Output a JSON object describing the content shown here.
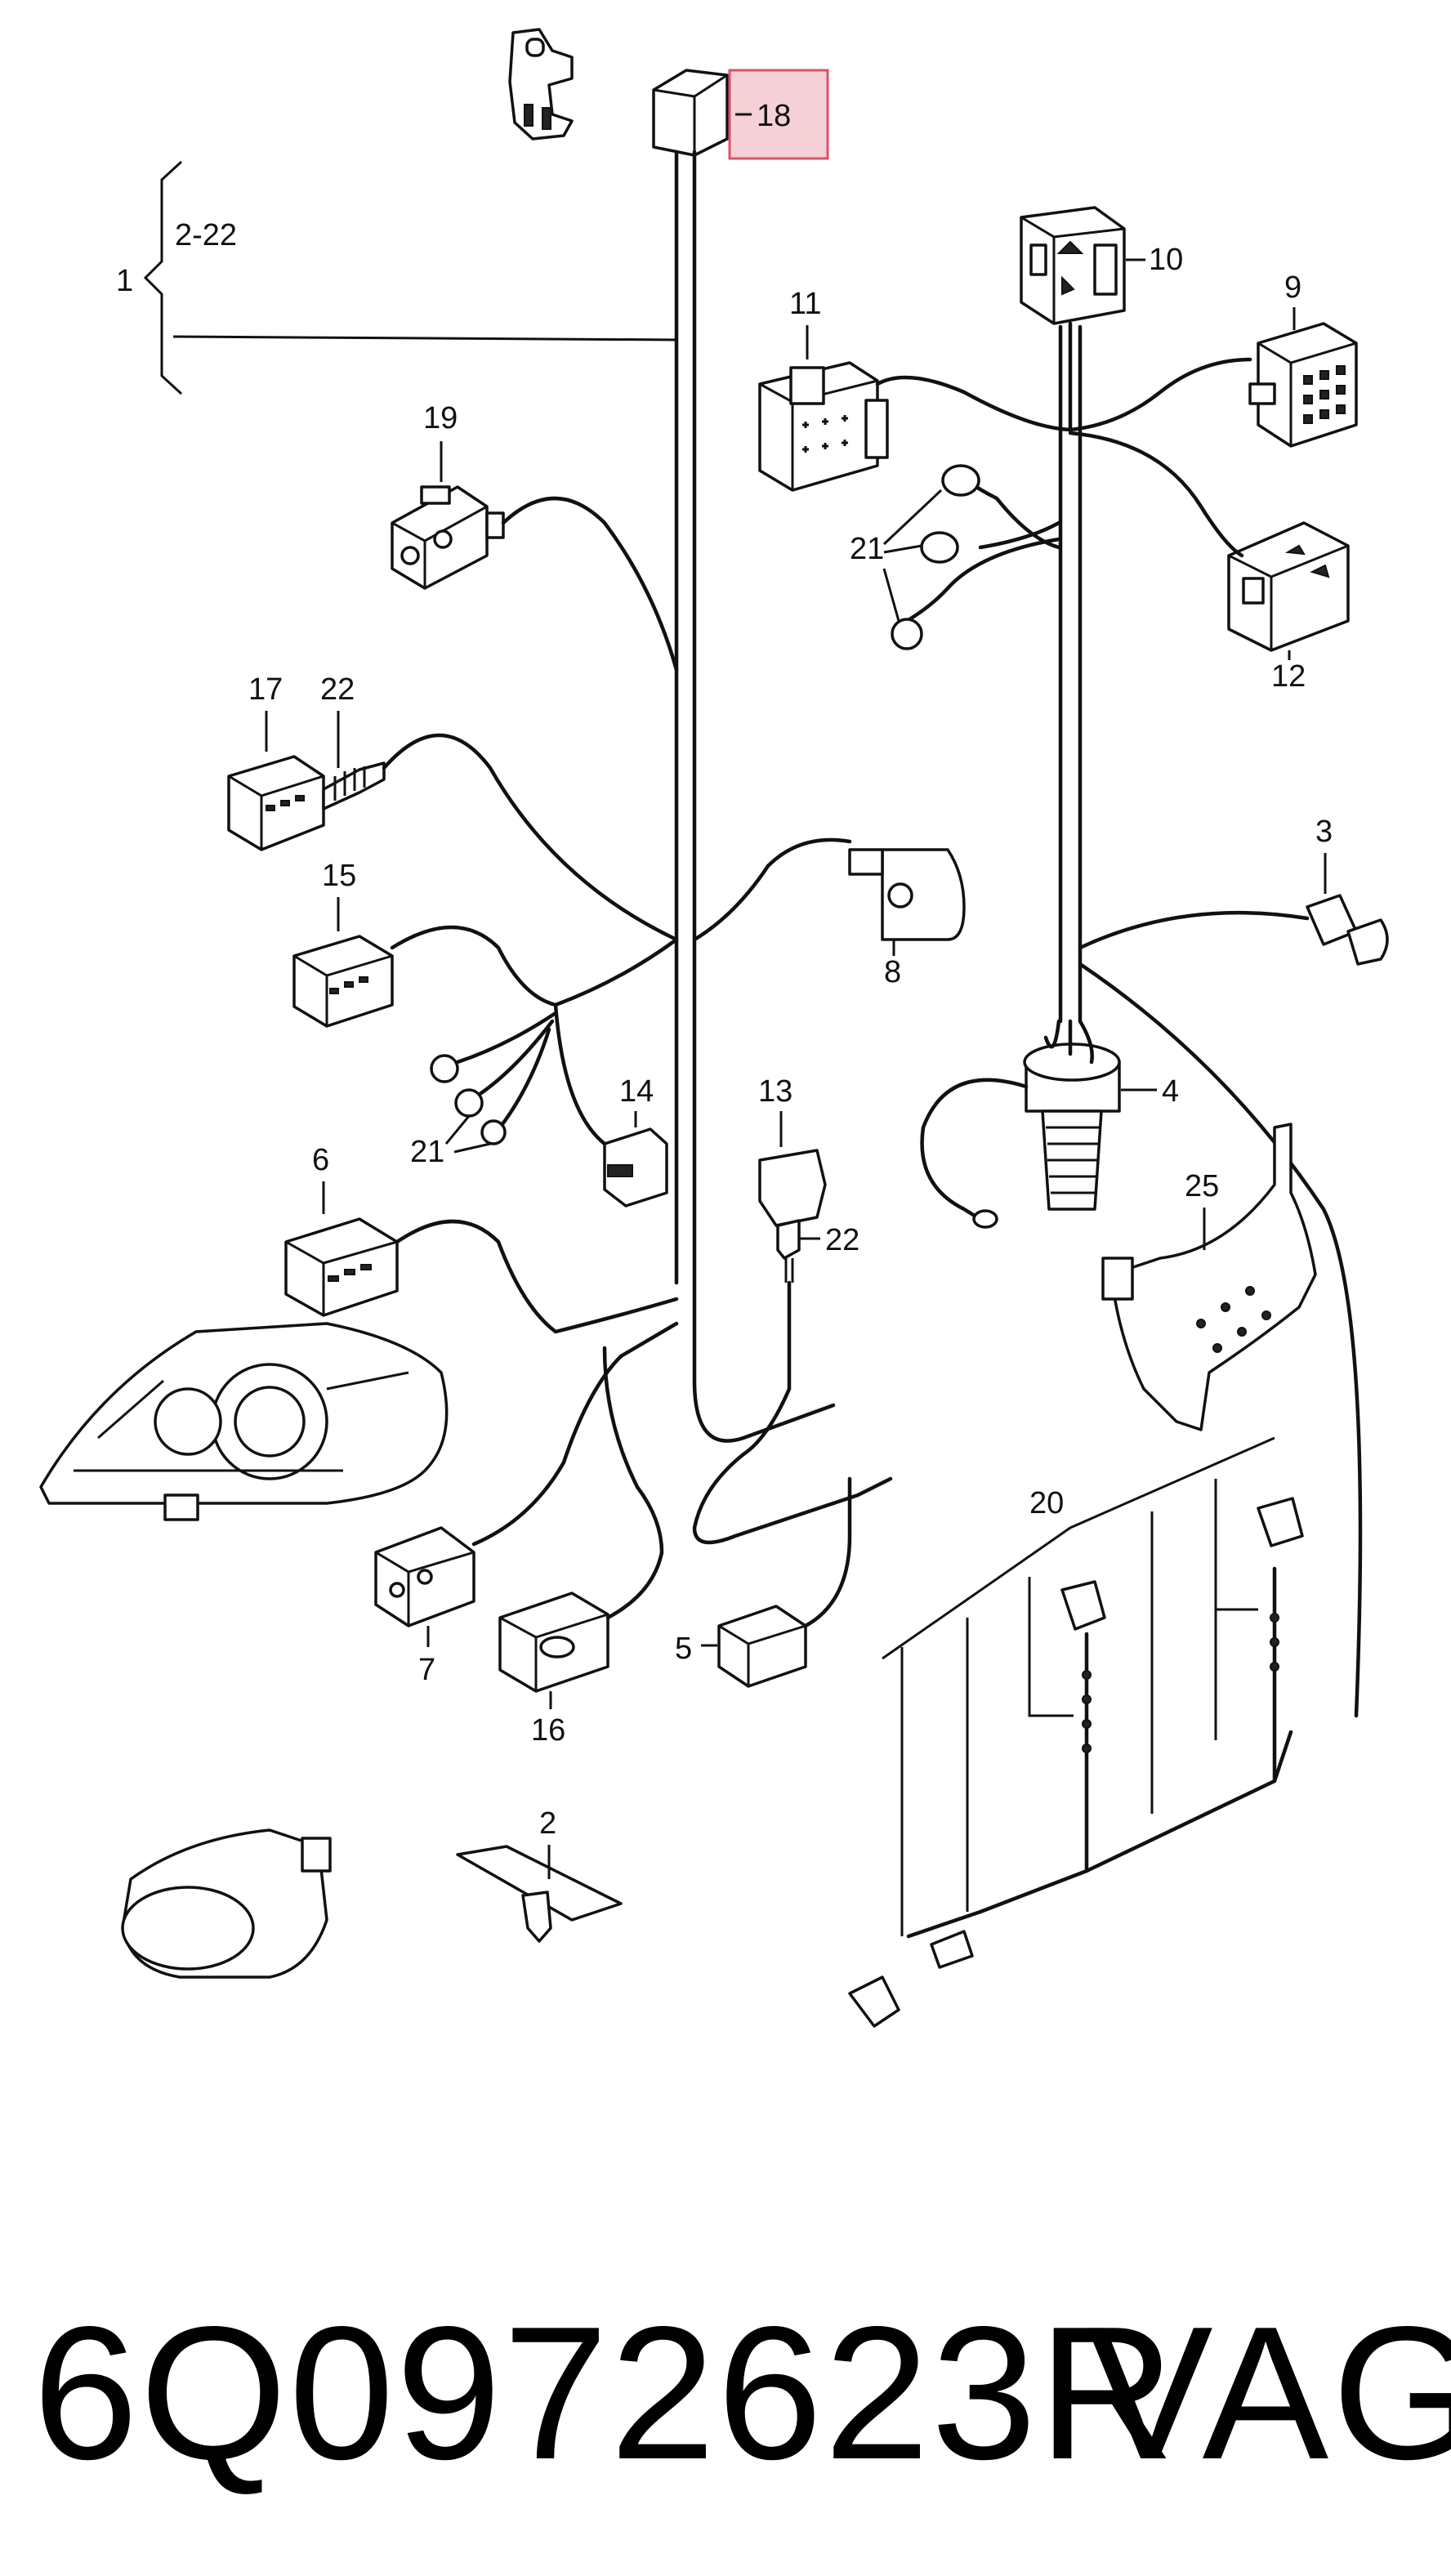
{
  "callouts": {
    "c1": "1",
    "c2_22": "2-22",
    "c18": "18",
    "c10": "10",
    "c11": "11",
    "c9": "9",
    "c19": "19",
    "c21a": "21",
    "c12": "12",
    "c17": "17",
    "c22a": "22",
    "c15": "15",
    "c8": "8",
    "c3": "3",
    "c14": "14",
    "c13": "13",
    "c4": "4",
    "c21b": "21",
    "c22b": "22",
    "c6": "6",
    "c25": "25",
    "c20": "20",
    "c7": "7",
    "c5": "5",
    "c16": "16",
    "c2": "2"
  },
  "footer": {
    "part_number": "6Q0972623R",
    "brand": "VAG"
  },
  "colors": {
    "highlight_fill": "#f5d0d6",
    "highlight_stroke": "#d9536a",
    "line": "#111111"
  }
}
